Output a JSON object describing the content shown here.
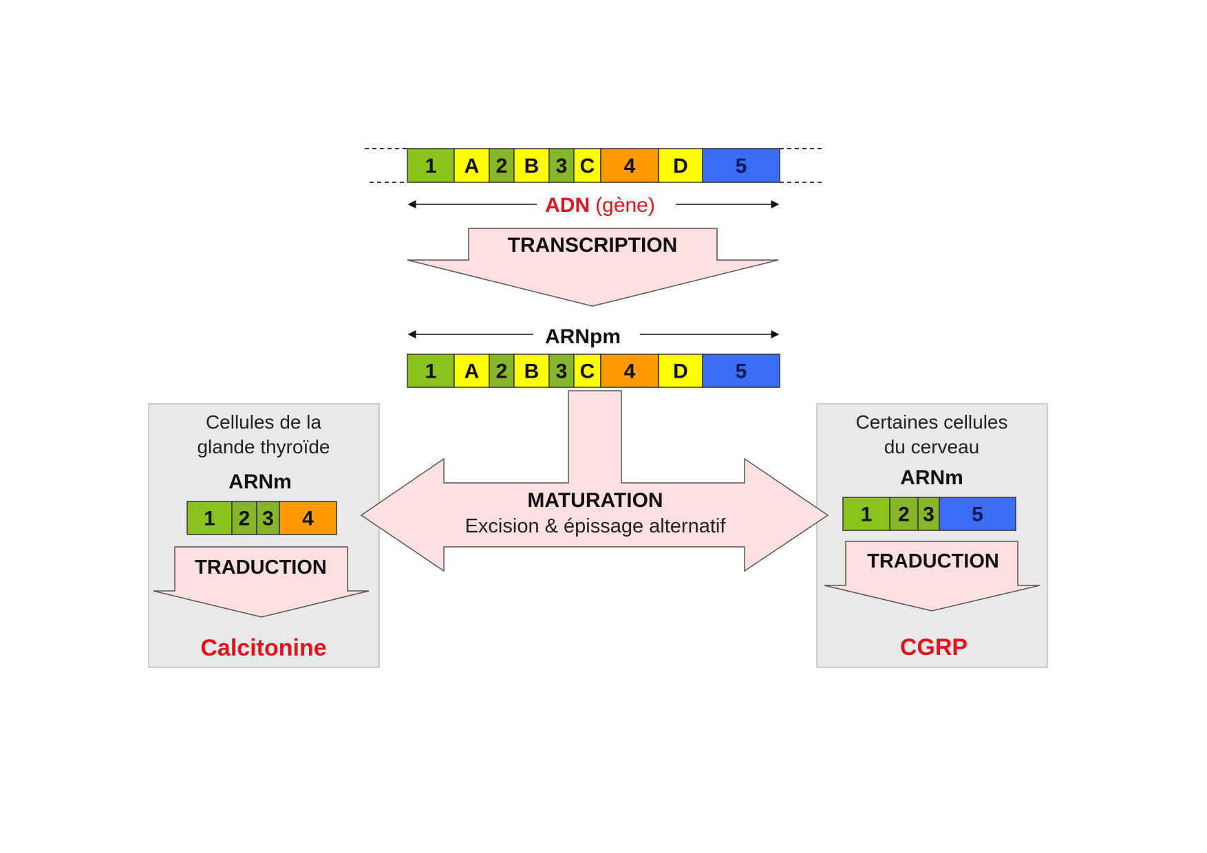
{
  "colors": {
    "exon_green": "#8cc21e",
    "exon_green_dark": "#86b52a",
    "intron_yellow": "#ffff00",
    "exon_orange": "#ff9a00",
    "exon_blue": "#3a6cf4",
    "arrow_pink": "#fde0df",
    "box_gray": "#e9e9e9",
    "red": "#e2121d"
  },
  "dna": {
    "label": "ADN",
    "label_suffix": "(gène)",
    "segments": [
      "1",
      "A",
      "2",
      "B",
      "3",
      "C",
      "4",
      "D",
      "5"
    ]
  },
  "transcription": {
    "label": "TRANSCRIPTION"
  },
  "pre_mrna": {
    "label": "ARNpm",
    "segments": [
      "1",
      "A",
      "2",
      "B",
      "3",
      "C",
      "4",
      "D",
      "5"
    ]
  },
  "maturation": {
    "title": "MATURATION",
    "subtitle": "Excision & épissage alternatif"
  },
  "left_panel": {
    "line1": "Cellules de la",
    "line2": "glande thyroïde",
    "mrna_label": "ARNm",
    "segments": [
      "1",
      "2",
      "3",
      "4"
    ],
    "translation_label": "TRADUCTION",
    "product": "Calcitonine"
  },
  "right_panel": {
    "line1": "Certaines cellules",
    "line2": "du cerveau",
    "mrna_label": "ARNm",
    "segments": [
      "1",
      "2",
      "3",
      "5"
    ],
    "translation_label": "TRADUCTION",
    "product": "CGRP"
  }
}
